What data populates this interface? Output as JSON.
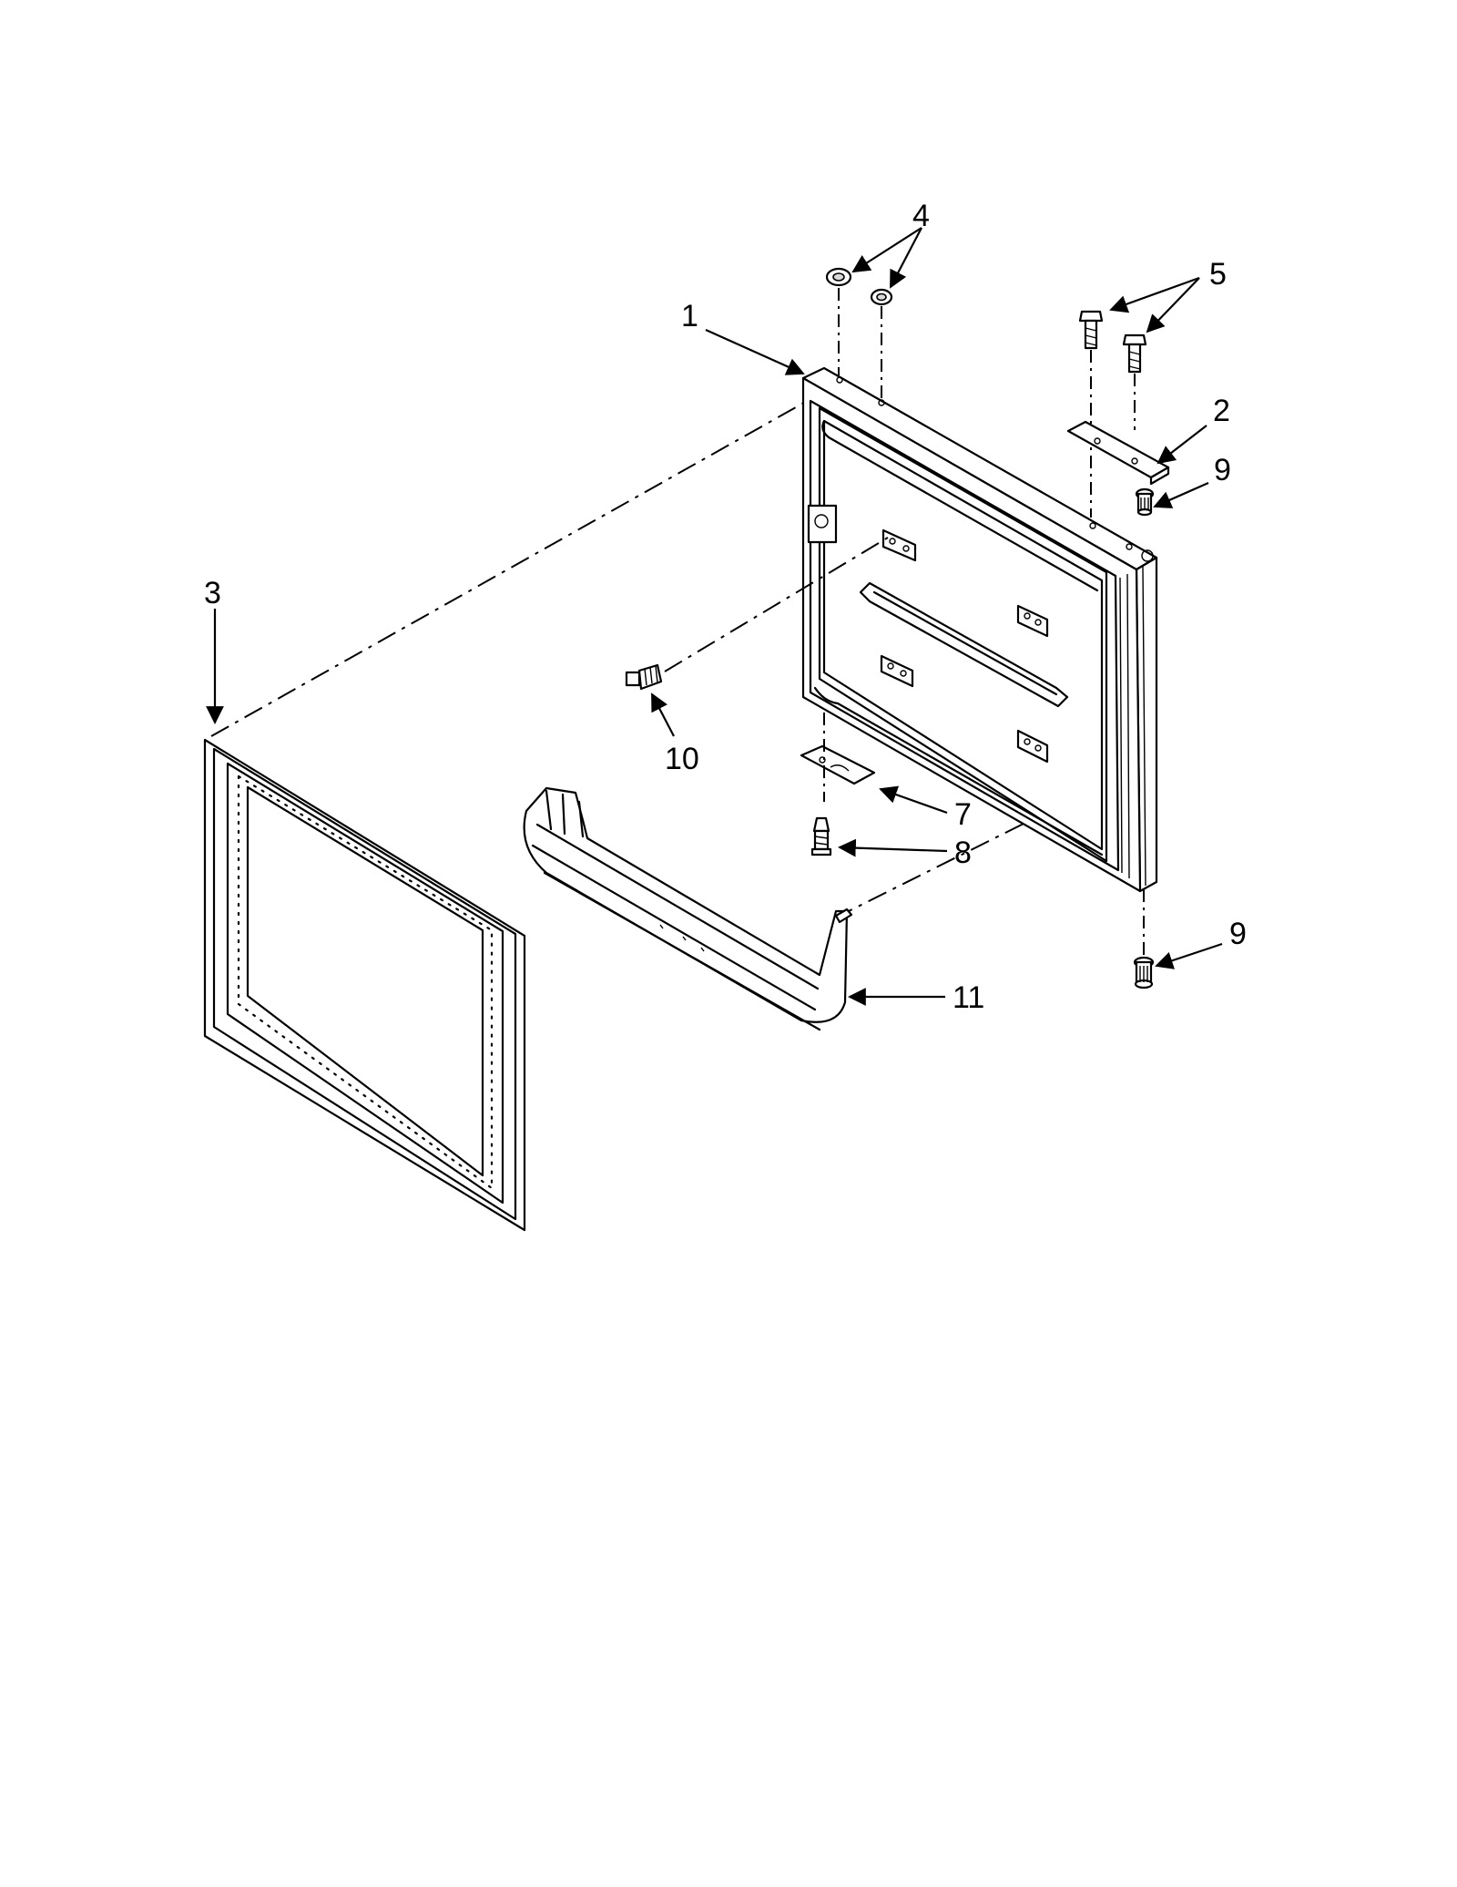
{
  "diagram": {
    "callouts": {
      "c1": "1",
      "c2": "2",
      "c3": "3",
      "c4": "4",
      "c5": "5",
      "c7": "7",
      "c8": "8",
      "c9a": "9",
      "c9b": "9",
      "c10": "10",
      "c11": "11"
    }
  }
}
